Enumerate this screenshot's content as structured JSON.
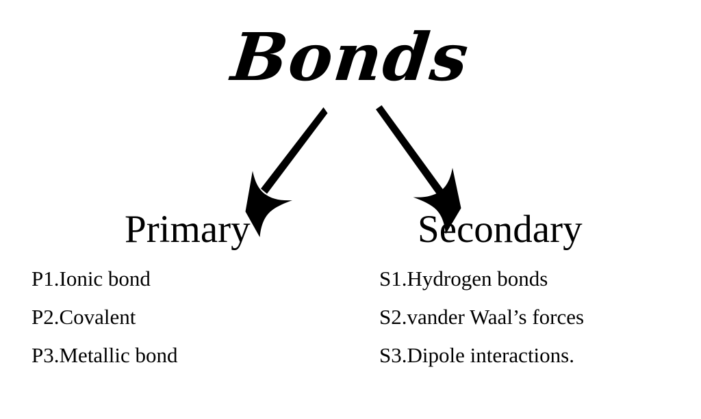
{
  "title": "Bonds",
  "background_color": "#ffffff",
  "text_color": "#000000",
  "branches": {
    "primary": {
      "heading": "Primary",
      "items": [
        "P1.Ionic bond",
        "P2.Covalent",
        "P3.Metallic bond"
      ]
    },
    "secondary": {
      "heading": "Secondary",
      "items": [
        "S1.Hydrogen bonds",
        "S2.vander Waal’s forces",
        "S3.Dipole interactions."
      ]
    }
  },
  "connectors": [
    {
      "name": "arrow-to-primary",
      "direction": "down-left"
    },
    {
      "name": "arrow-to-secondary",
      "direction": "down-right"
    }
  ]
}
